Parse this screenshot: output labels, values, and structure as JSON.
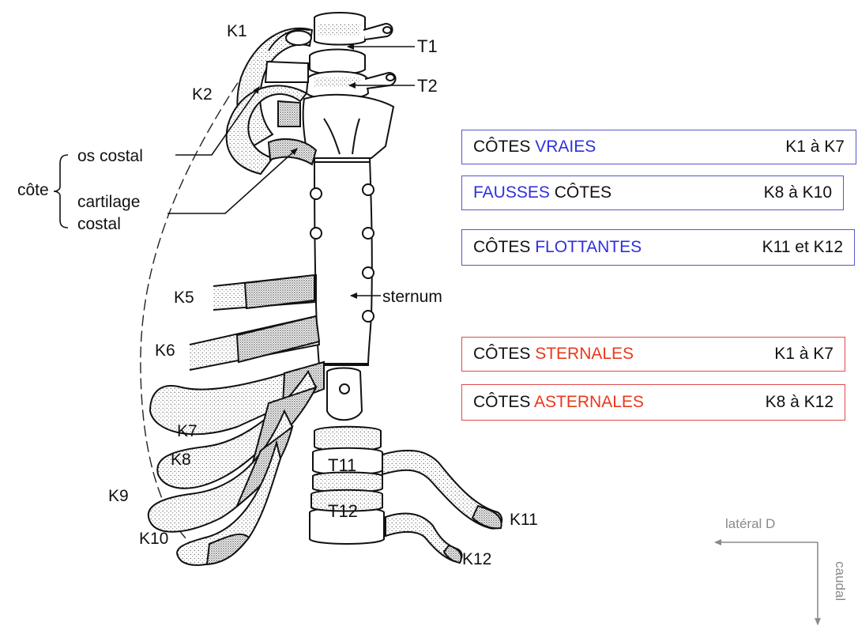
{
  "vertebrae": {
    "t1": "T1",
    "t2": "T2",
    "t11": "T11",
    "t12": "T12"
  },
  "ribs": {
    "k1": "K1",
    "k2": "K2",
    "k5": "K5",
    "k6": "K6",
    "k7": "K7",
    "k8": "K8",
    "k9": "K9",
    "k10": "K10",
    "k11": "K11",
    "k12": "K12"
  },
  "labels": {
    "cote": "côte",
    "os_costal": "os costal",
    "cartilage_line1": "cartilage",
    "cartilage_line2": "costal",
    "sternum": "sternum"
  },
  "categories": [
    {
      "prefix": "CÔTES ",
      "highlight": "VRAIES",
      "suffix": "",
      "range": "K1 à K7",
      "color": "blue"
    },
    {
      "prefix": "",
      "highlight": "FAUSSES",
      "suffix": " CÔTES",
      "range": "K8 à K10",
      "color": "blue"
    },
    {
      "prefix": "CÔTES ",
      "highlight": "FLOTTANTES",
      "suffix": "",
      "range": "K11 et K12",
      "color": "blue"
    },
    {
      "prefix": "CÔTES ",
      "highlight": "STERNALES",
      "suffix": "",
      "range": "K1 à K7",
      "color": "red"
    },
    {
      "prefix": "CÔTES ",
      "highlight": "ASTERNALES",
      "suffix": "",
      "range": "K8 à K12",
      "color": "red"
    }
  ],
  "orientation": {
    "lateral": "latéral D",
    "caudal": "caudal"
  },
  "colors": {
    "blue_border": "#5558c8",
    "red_border": "#e04a4a",
    "blue_text": "#2f2fe0",
    "red_text": "#e8391b"
  }
}
